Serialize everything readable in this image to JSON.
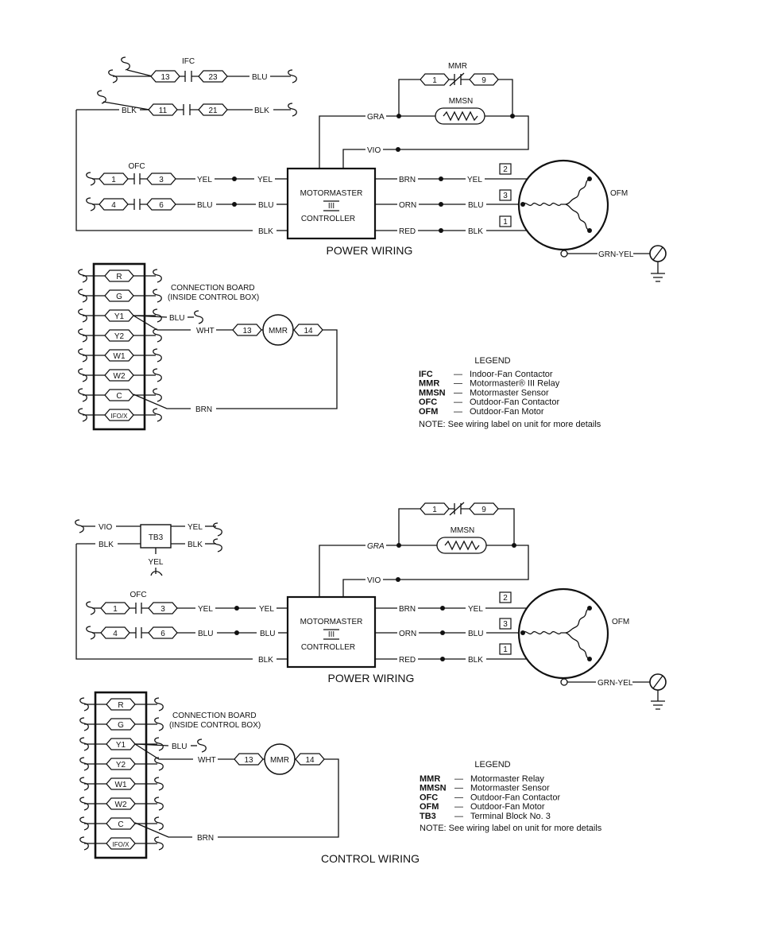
{
  "diagram1": {
    "power_title": "POWER WIRING",
    "ifc": "IFC",
    "ofc": "OFC",
    "mmr": "MMR",
    "mmsn": "MMSN",
    "ofm": "OFM",
    "controller": [
      "MOTORMASTER",
      "III",
      "CONTROLLER"
    ],
    "terms": {
      "t13": "13",
      "t23": "23",
      "t11": "11",
      "t21": "21",
      "t1": "1",
      "t3": "3",
      "t4": "4",
      "t6": "6",
      "m1": "1",
      "m9": "9"
    },
    "wires": {
      "blu": "BLU",
      "blk": "BLK",
      "yel": "YEL",
      "gra": "GRA",
      "vio": "VIO",
      "brn": "BRN",
      "orn": "ORN",
      "red": "RED",
      "grnyel": "GRN-YEL",
      "wht": "WHT"
    },
    "motor_terms": [
      "2",
      "3",
      "1"
    ],
    "board_title": [
      "CONNECTION BOARD",
      "(INSIDE CONTROL BOX)"
    ],
    "board_terms": [
      "R",
      "G",
      "Y1",
      "Y2",
      "W1",
      "W2",
      "C",
      "IFO/X"
    ],
    "relay": {
      "label": "MMR",
      "left": "13",
      "right": "14"
    },
    "legend": {
      "title": "LEGEND",
      "items": [
        {
          "abbr": "IFC",
          "desc": "Indoor-Fan Contactor"
        },
        {
          "abbr": "MMR",
          "desc": "Motormaster® III Relay"
        },
        {
          "abbr": "MMSN",
          "desc": "Motormaster Sensor"
        },
        {
          "abbr": "OFC",
          "desc": "Outdoor-Fan Contactor"
        },
        {
          "abbr": "OFM",
          "desc": "Outdoor-Fan Motor"
        }
      ],
      "note": "NOTE:  See wiring label on unit for more details"
    }
  },
  "diagram2": {
    "power_title": "POWER WIRING",
    "control_title": "CONTROL WIRING",
    "tb3": "TB3",
    "ofc": "OFC",
    "mmsn": "MMSN",
    "ofm": "OFM",
    "controller": [
      "MOTORMASTER",
      "III",
      "CONTROLLER"
    ],
    "terms": {
      "t1": "1",
      "t3": "3",
      "t4": "4",
      "t6": "6",
      "m1": "1",
      "m9": "9"
    },
    "wires": {
      "blu": "BLU",
      "blk": "BLK",
      "yel": "YEL",
      "gra": "GRA",
      "vio": "VIO",
      "brn": "BRN",
      "orn": "ORN",
      "red": "RED",
      "grnyel": "GRN-YEL",
      "wht": "WHT"
    },
    "motor_terms": [
      "2",
      "3",
      "1"
    ],
    "board_title": [
      "CONNECTION BOARD",
      "(INSIDE CONTROL BOX)"
    ],
    "board_terms": [
      "R",
      "G",
      "Y1",
      "Y2",
      "W1",
      "W2",
      "C",
      "IFO/X"
    ],
    "relay": {
      "label": "MMR",
      "left": "13",
      "right": "14"
    },
    "legend": {
      "title": "LEGEND",
      "items": [
        {
          "abbr": "MMR",
          "desc": "Motormaster Relay"
        },
        {
          "abbr": "MMSN",
          "desc": "Motormaster Sensor"
        },
        {
          "abbr": "OFC",
          "desc": "Outdoor-Fan Contactor"
        },
        {
          "abbr": "OFM",
          "desc": "Outdoor-Fan Motor"
        },
        {
          "abbr": "TB3",
          "desc": "Terminal Block No. 3"
        }
      ],
      "note": "NOTE:  See wiring label on unit for more details"
    }
  }
}
